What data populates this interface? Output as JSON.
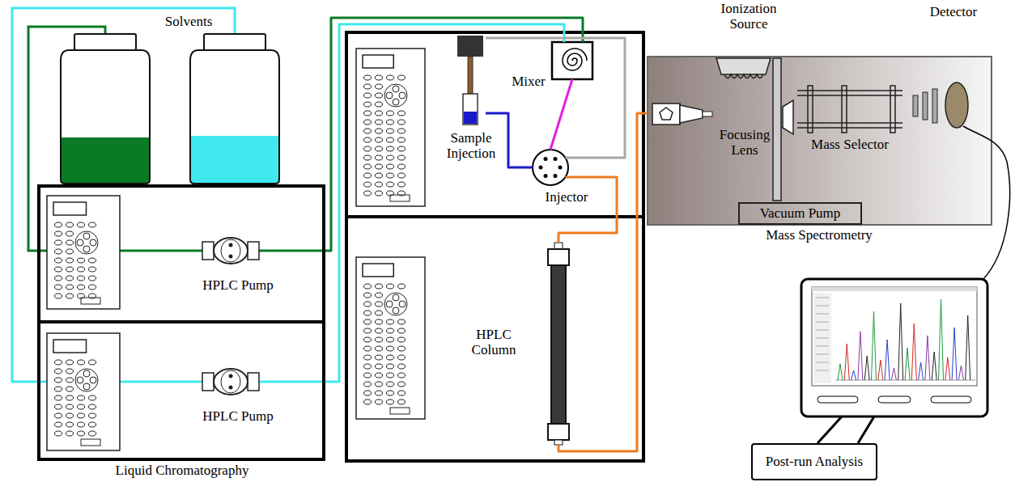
{
  "diagram": {
    "nodes": [
      {
        "text": [
          "HPLC Pump"
        ]
      },
      {
        "text": [
          "HPLC Pump"
        ]
      },
      {
        "text": [
          "Sample Injection"
        ]
      },
      {
        "text": [
          "Mixer"
        ]
      },
      {
        "text": [
          "Injector"
        ]
      },
      {
        "text": [
          "HPLC Column"
        ]
      },
      {
        "text": [
          "Ionization Source",
          "Focusing Lens",
          "Mass Selector",
          "Detector",
          "Mass Spectrometry"
        ]
      },
      {
        "text": [
          "Vacuum Pump"
        ],
        "in": 6
      },
      {
        "text": [
          "Post-run Analysis"
        ]
      }
    ],
    "edges": [
      {
        "from": 0,
        "to": 3,
        "arrow": "none"
      },
      {
        "from": 1,
        "to": 3,
        "arrow": "none"
      },
      {
        "from": 2,
        "to": 4,
        "arrow": "none"
      },
      {
        "from": 2,
        "to": 4,
        "arrow": "none"
      },
      {
        "from": 3,
        "to": 4,
        "arrow": "none"
      },
      {
        "from": 4,
        "to": 5,
        "arrow": "none"
      },
      {
        "from": 5,
        "to": 6,
        "arrow": "none"
      }
    ],
    "labels": [
      "Solvents",
      "Liquid Chromatography"
    ]
  }
}
